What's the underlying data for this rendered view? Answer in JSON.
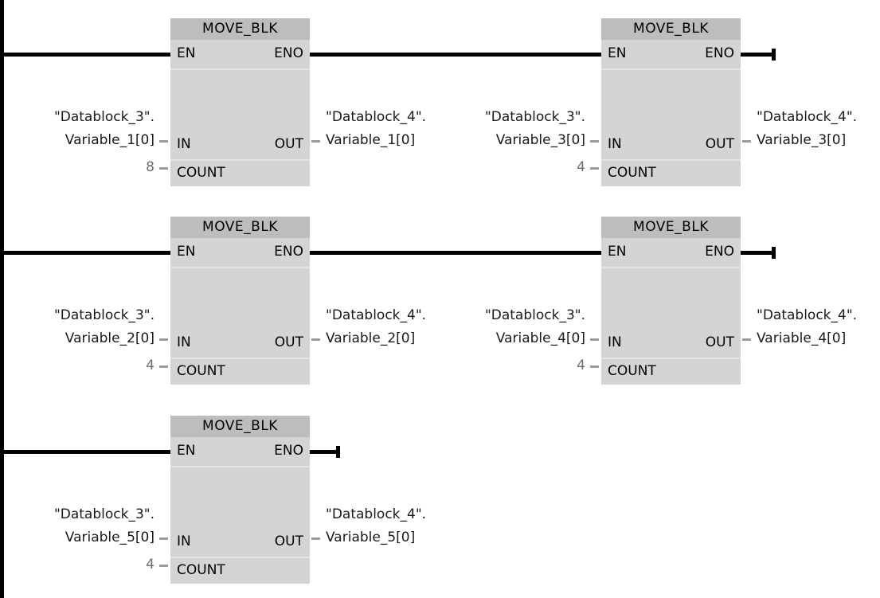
{
  "editor": {
    "language": "LAD",
    "block_type": "MOVE_BLK",
    "pins": {
      "en": "EN",
      "eno": "ENO",
      "in": "IN",
      "out": "OUT",
      "count": "COUNT"
    }
  },
  "networks": [
    {
      "id": "network-1",
      "blocks": [
        {
          "id": "block-1-1",
          "title": "MOVE_BLK",
          "in_operand_line1": "\"Datablock_3\".",
          "in_operand_line2": "Variable_1[0]",
          "count_value": "8",
          "out_operand_line1": "\"Datablock_4\".",
          "out_operand_line2": "Variable_1[0]"
        },
        {
          "id": "block-1-2",
          "title": "MOVE_BLK",
          "in_operand_line1": "\"Datablock_3\".",
          "in_operand_line2": "Variable_3[0]",
          "count_value": "4",
          "out_operand_line1": "\"Datablock_4\".",
          "out_operand_line2": "Variable_3[0]"
        }
      ]
    },
    {
      "id": "network-2",
      "blocks": [
        {
          "id": "block-2-1",
          "title": "MOVE_BLK",
          "in_operand_line1": "\"Datablock_3\".",
          "in_operand_line2": "Variable_2[0]",
          "count_value": "4",
          "out_operand_line1": "\"Datablock_4\".",
          "out_operand_line2": "Variable_2[0]"
        },
        {
          "id": "block-2-2",
          "title": "MOVE_BLK",
          "in_operand_line1": "\"Datablock_3\".",
          "in_operand_line2": "Variable_4[0]",
          "count_value": "4",
          "out_operand_line1": "\"Datablock_4\".",
          "out_operand_line2": "Variable_4[0]"
        }
      ]
    },
    {
      "id": "network-3",
      "blocks": [
        {
          "id": "block-3-1",
          "title": "MOVE_BLK",
          "in_operand_line1": "\"Datablock_3\".",
          "in_operand_line2": "Variable_5[0]",
          "count_value": "4",
          "out_operand_line1": "\"Datablock_4\".",
          "out_operand_line2": "Variable_5[0]"
        }
      ]
    }
  ],
  "colors": {
    "block_body": "#d4d4d4",
    "block_header": "#bdbdbd",
    "wire": "#000000",
    "stub": "#9a9a9a",
    "constant_text": "#6e6e6e",
    "divider": "#e4e4e4"
  }
}
